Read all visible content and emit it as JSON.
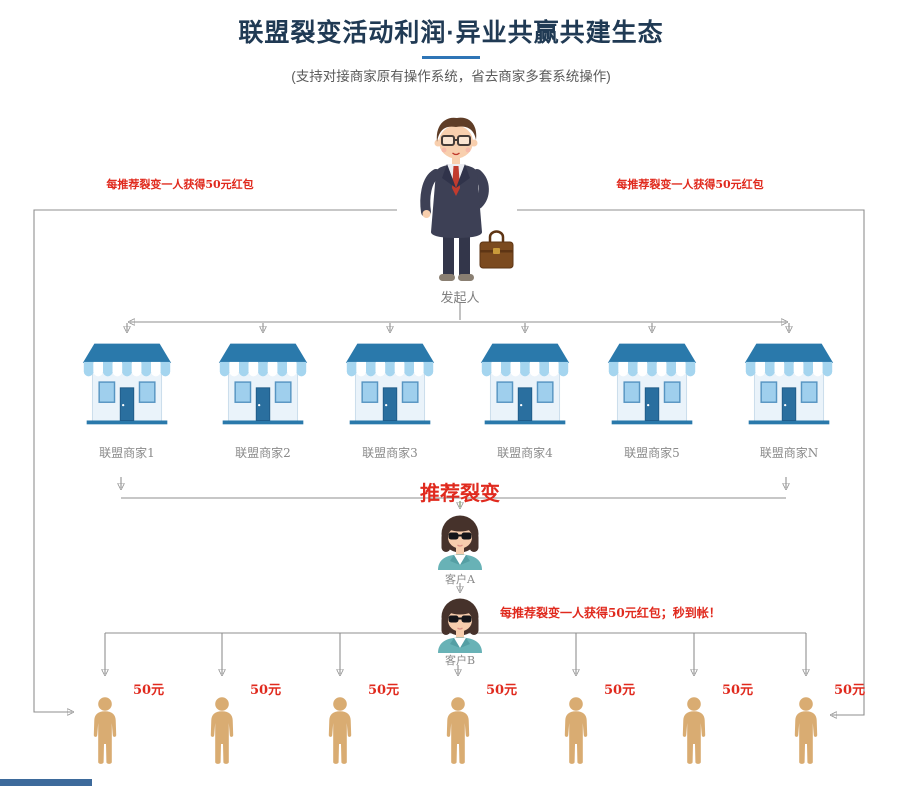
{
  "title": "联盟裂变活动利润·异业共赢共建生态",
  "subtitle": "(支持对接商家原有操作系统，省去商家多套系统操作)",
  "banners": {
    "left": "每推荐裂变一人获得50元红包",
    "right": "每推荐裂变一人获得50元红包"
  },
  "initiator_label": "发起人",
  "merchants": [
    "联盟商家1",
    "联盟商家2",
    "联盟商家3",
    "联盟商家4",
    "联盟商家5",
    "联盟商家N"
  ],
  "fission_label": "推荐裂变",
  "customer_a_label": "客户A",
  "customer_b_label": "客户B",
  "customer_b_note": "每推荐裂变一人获得50元红包；秒到帐！",
  "rewards": [
    "50元",
    "50元",
    "50元",
    "50元",
    "50元",
    "50元",
    "50元"
  ],
  "icons": {
    "initiator": "businessman-with-briefcase-icon",
    "merchant": "storefront-icon",
    "customer": "woman-sunglasses-icon",
    "receiver": "person-silhouette-icon"
  },
  "colors": {
    "accent_red": "#e02a1e",
    "title_navy": "#203a54",
    "underline_blue": "#2e75b6",
    "line_gray": "#8f8f8f",
    "person_tan": "#d9ac72",
    "store_blue": "#2a79ab",
    "footer_blue": "#3d6a9b"
  }
}
